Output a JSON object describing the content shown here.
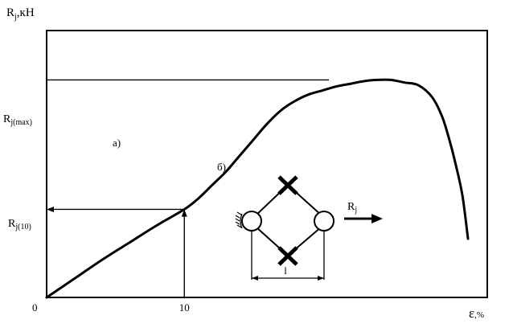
{
  "chart_data": {
    "type": "line",
    "ylabel": "R",
    "ylabel_sub": "j",
    "ylabel_unit": ",кН",
    "xlabel": "ε",
    "xlabel_unit": ",%",
    "origin_label": "0",
    "x_tick": "10",
    "y_marks": [
      {
        "label": "R",
        "sub": "j(max)"
      },
      {
        "label": "R",
        "sub": "j(10)"
      }
    ],
    "annotations": [
      "а)",
      "б)"
    ],
    "inset": {
      "force_label": "R",
      "force_sub": "j",
      "gauge_label": "l"
    },
    "xlim": [
      0,
      32
    ],
    "ylim": [
      0,
      100
    ],
    "grid": false,
    "series": [
      {
        "x": [
          0,
          2,
          4,
          6,
          8,
          10,
          11,
          12,
          13,
          14,
          15,
          16,
          17,
          18,
          19,
          20,
          21,
          22,
          23,
          24,
          25,
          26,
          27,
          28,
          28.7,
          29.2,
          29.7,
          30.2,
          30.6
        ],
        "y": [
          0,
          7,
          14,
          20.5,
          27,
          33,
          37,
          42,
          47,
          53,
          59,
          65,
          70,
          73.5,
          76,
          77.5,
          79,
          80,
          81,
          81.5,
          81.5,
          80.5,
          79.5,
          75,
          68,
          60,
          50,
          38,
          22
        ]
      }
    ],
    "reference_lines": {
      "y_max": 81.5,
      "y_at_10": 33,
      "x_at_10": 10
    }
  }
}
